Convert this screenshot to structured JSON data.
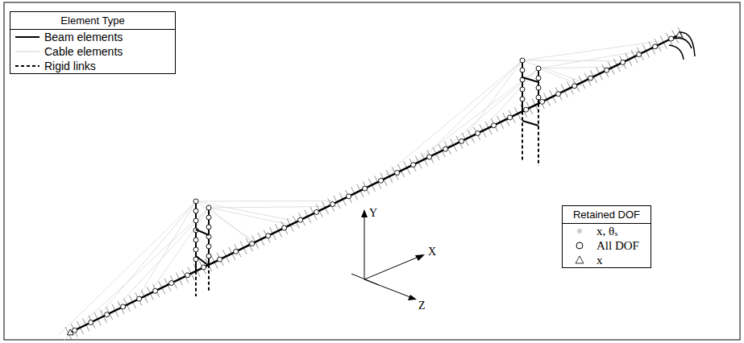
{
  "diagram": {
    "nodes": [
      {
        "text": [
          "Element Type"
        ]
      },
      {
        "text": [
          "Retained DOF"
        ]
      }
    ],
    "labels": [
      "Y",
      "X",
      "Z"
    ],
    "legend": [
      {
        "text": "Beam elements"
      },
      {
        "text": "Cable elements"
      },
      {
        "text": "Rigid links"
      },
      {
        "text": "x, θₓ"
      },
      {
        "text": "All DOF"
      },
      {
        "text": "x"
      }
    ]
  }
}
